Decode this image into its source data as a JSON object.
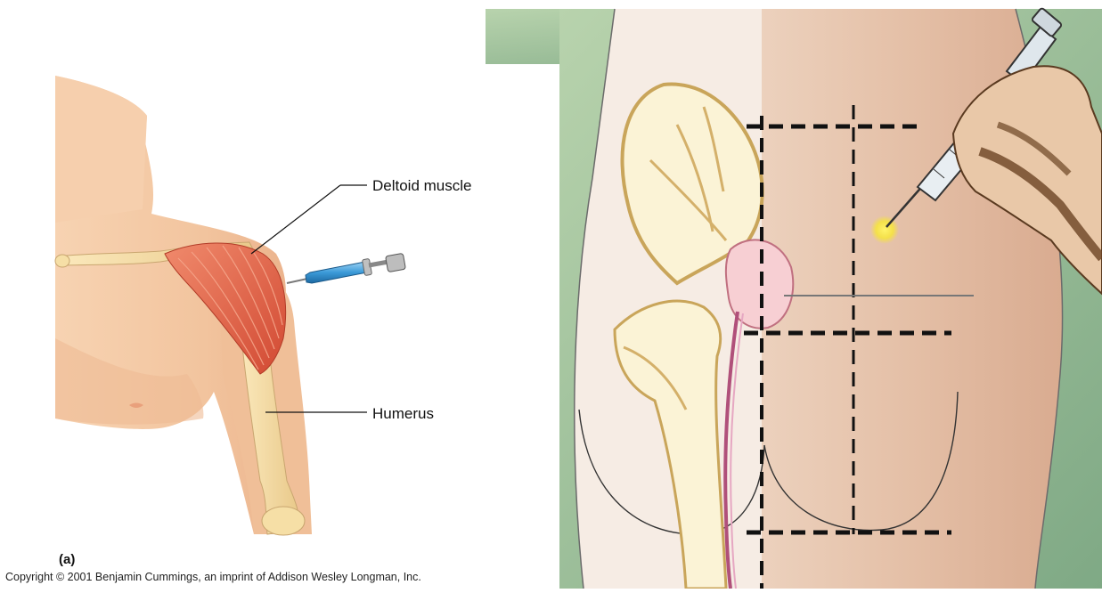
{
  "left_panel": {
    "labels": {
      "deltoid": "Deltoid muscle",
      "humerus": "Humerus"
    },
    "panel_letter": "(a)",
    "copyright": "Copyright © 2001 Benjamin Cummings, an imprint of Addison Wesley Longman, Inc."
  },
  "colors": {
    "skin": "#f4c9a4",
    "skin_shadow": "#e9ad85",
    "muscle": "#e0664a",
    "bone": "#f6dfa6",
    "syringe": "#3b9ad8",
    "background_green": "#9fc19a",
    "injection_spot": "#f4e04a"
  }
}
